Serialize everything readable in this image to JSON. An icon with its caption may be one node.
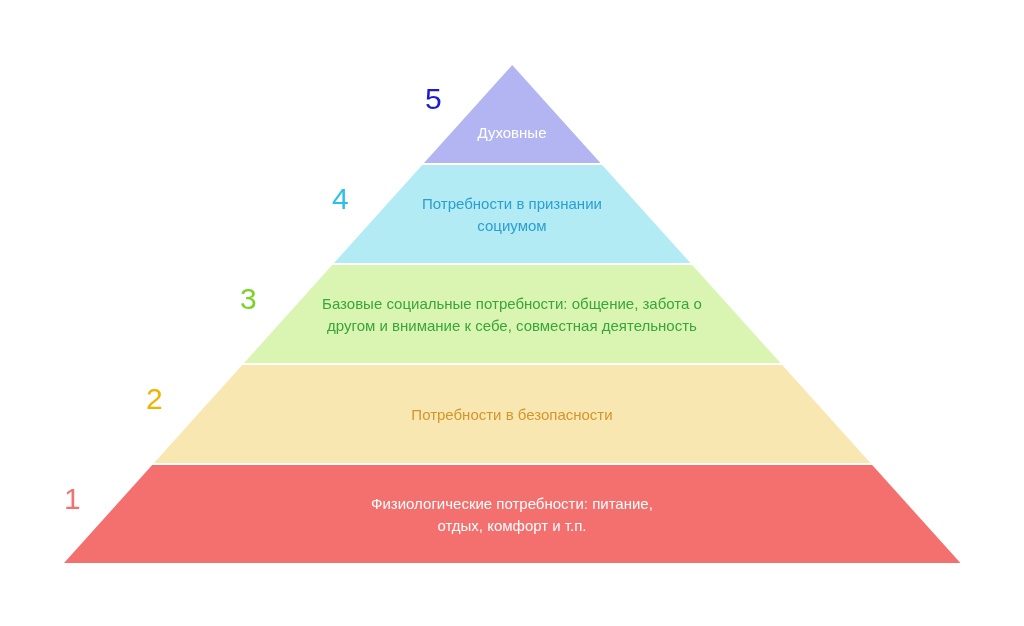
{
  "diagram": {
    "nodes": [
      {
        "text": [
          "Духовные"
        ],
        "beside": [
          "5"
        ]
      },
      {
        "text": [
          "Потребности в признании социумом"
        ],
        "beside": [
          "4"
        ]
      },
      {
        "text": [
          "Базовые социальные потребности: общение, забота о другом и внимание к себе, совместная деятельность"
        ],
        "beside": [
          "3"
        ]
      },
      {
        "text": [
          "Потребности в безопасности"
        ],
        "beside": [
          "2"
        ]
      },
      {
        "text": [
          "Физиологические потребности: питание, отдых, комфорт и т.п."
        ],
        "beside": [
          "1"
        ]
      }
    ]
  }
}
